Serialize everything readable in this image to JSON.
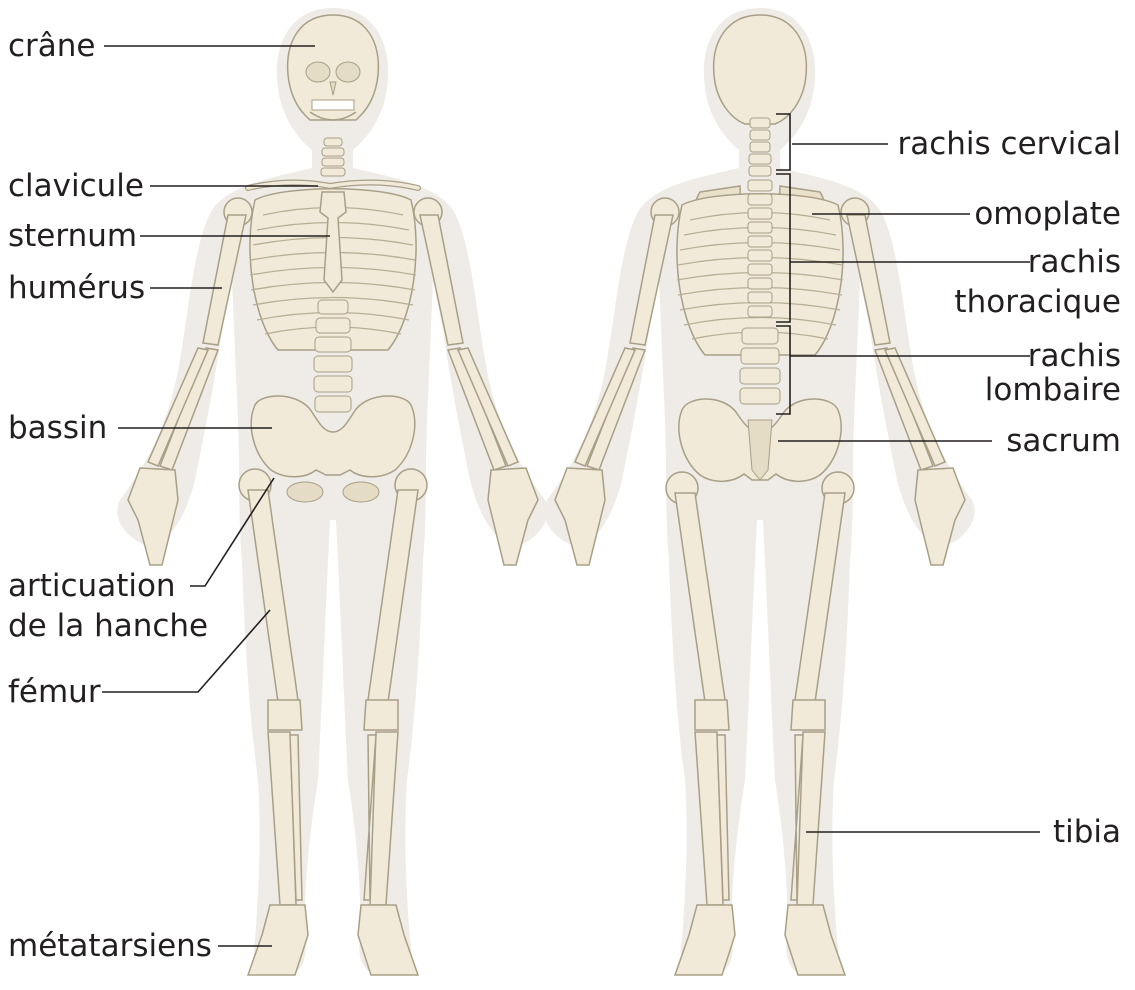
{
  "labels_front": {
    "crane": "crâne",
    "clavicule": "clavicule",
    "sternum": "sternum",
    "humerus": "humérus",
    "bassin": "bassin",
    "hanche_1": "articuation",
    "hanche_2": "de la hanche",
    "femur": "fémur",
    "metatarsiens": "métatarsiens"
  },
  "labels_back": {
    "rachis_cervical": "rachis cervical",
    "omoplate": "omoplate",
    "rachis_thoracique_1": "rachis",
    "rachis_thoracique_2": "thoracique",
    "rachis_lombaire_1": "rachis",
    "rachis_lombaire_2": "lombaire",
    "sacrum": "sacrum",
    "tibia": "tibia"
  },
  "colors": {
    "silhouette": "#efebe7",
    "bone": "#f1ead8",
    "bone_outline": "#a89f86",
    "leader_line": "#231f20",
    "text": "#231f20"
  }
}
